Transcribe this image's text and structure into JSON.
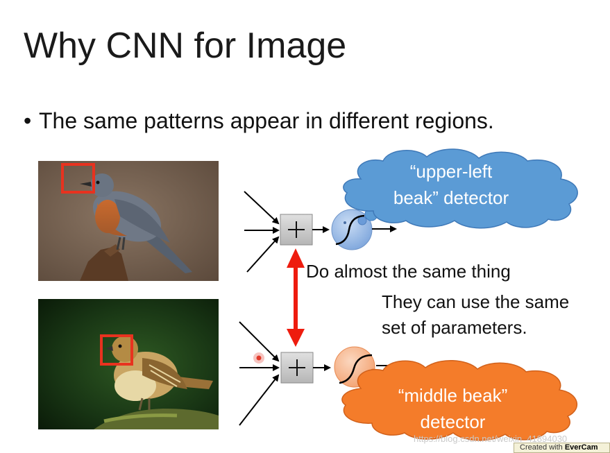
{
  "slide": {
    "title": "Why CNN for Image",
    "bullet": "The same patterns appear in different regions.",
    "annotation_same_thing": "Do almost the same thing",
    "annotation_params_line1": "They can use the same",
    "annotation_params_line2": "set of parameters.",
    "cloud_top_line1": "“upper-left",
    "cloud_top_line2": "beak” detector",
    "cloud_bottom_line1": "“middle beak”",
    "cloud_bottom_line2": "detector",
    "bullet_glyph": "•",
    "plus_glyph": "+"
  },
  "footer": {
    "watermark": "https://blog.csdn.net/weixin_41894030",
    "evercam_prefix": "Created with",
    "evercam_brand": "EverCam"
  },
  "colors": {
    "cloud_top": "#5b9bd5",
    "cloud_bottom": "#f47c2a",
    "highlight_box": "#e8321f",
    "arrow_red": "#ee1c0e",
    "neuron_top": "#8fb4e3",
    "neuron_bottom": "#f7b58c",
    "plus_box": "#c8c8c8"
  },
  "icons": [
    "bird-photo-upper",
    "bird-photo-middle",
    "sum-node-icon",
    "activation-neuron-icon"
  ]
}
